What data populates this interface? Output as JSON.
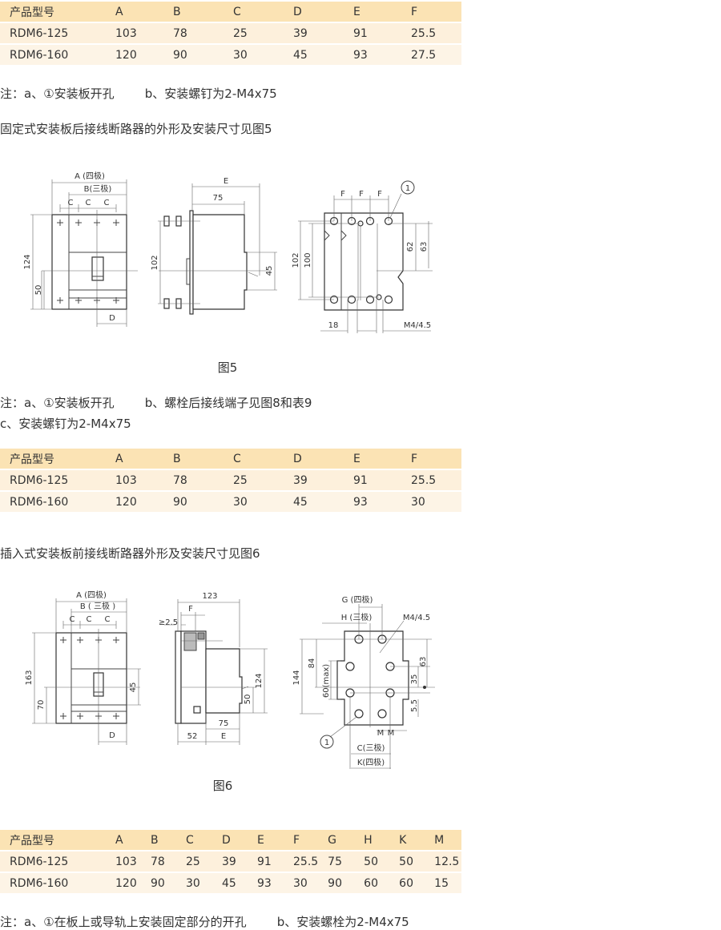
{
  "table1": {
    "headers": [
      "产品型号",
      "A",
      "B",
      "C",
      "D",
      "E",
      "F"
    ],
    "rows": [
      [
        "RDM6-125",
        "103",
        "78",
        "25",
        "39",
        "91",
        "25.5"
      ],
      [
        "RDM6-160",
        "120",
        "90",
        "30",
        "45",
        "93",
        "27.5"
      ]
    ]
  },
  "note1": "注：a、①安装板开孔        b、安装螺钉为2-M4x75",
  "heading1": "固定式安装板后接线断路器的外形及安装尺寸见图5",
  "fig5": {
    "A": "A (四极)",
    "B": "B(三极)",
    "C": "C",
    "D": "D",
    "h124": "124",
    "h50": "50",
    "E": "E",
    "w75": "75",
    "h102": "102",
    "h45": "45",
    "F": "F",
    "circle": "1",
    "r102": "102",
    "r100": "100",
    "r62": "62",
    "r63": "63",
    "d18": "18",
    "m4": "M4/4.5",
    "caption": "图5"
  },
  "note2a": "注：a、①安装板开孔        b、螺栓后接线端子见图8和表9",
  "note2b": "c、安装螺钉为2-M4x75",
  "table2": {
    "headers": [
      "产品型号",
      "A",
      "B",
      "C",
      "D",
      "E",
      "F"
    ],
    "rows": [
      [
        "RDM6-125",
        "103",
        "78",
        "25",
        "39",
        "91",
        "25.5"
      ],
      [
        "RDM6-160",
        "120",
        "90",
        "30",
        "45",
        "93",
        "30"
      ]
    ]
  },
  "heading2": "插入式安装板前接线断路器外形及安装尺寸见图6",
  "fig6": {
    "A": "A (四极)",
    "B": "B ( 三极 )",
    "C": "C",
    "D": "D",
    "h163": "163",
    "h70": "70",
    "h45": "45",
    "w123": "123",
    "F": "F",
    "ge25": "≥2.5",
    "h124": "124",
    "h50": "50",
    "w75": "75",
    "w52": "52",
    "E": "E",
    "G": "G (四极)",
    "H": "H (三极)",
    "m4": "M4/4.5",
    "h144": "144",
    "h84": "84",
    "h60": "60(max)",
    "h63": "63",
    "h35": "35",
    "h55": "5.5",
    "M": "M",
    "circle": "1",
    "C3": "C(三极)",
    "K4": "K(四极)",
    "caption": "图6"
  },
  "table3": {
    "headers": [
      "产品型号",
      "A",
      "B",
      "C",
      "D",
      "E",
      "F",
      "G",
      "H",
      "K",
      "M"
    ],
    "rows": [
      [
        "RDM6-125",
        "103",
        "78",
        "25",
        "39",
        "91",
        "25.5",
        "75",
        "50",
        "50",
        "12.5"
      ],
      [
        "RDM6-160",
        "120",
        "90",
        "30",
        "45",
        "93",
        "30",
        "90",
        "60",
        "60",
        "15"
      ]
    ]
  },
  "note3": "注：a、①在板上或导轨上安装固定部分的开孔        b、安装螺栓为2-M4x75"
}
